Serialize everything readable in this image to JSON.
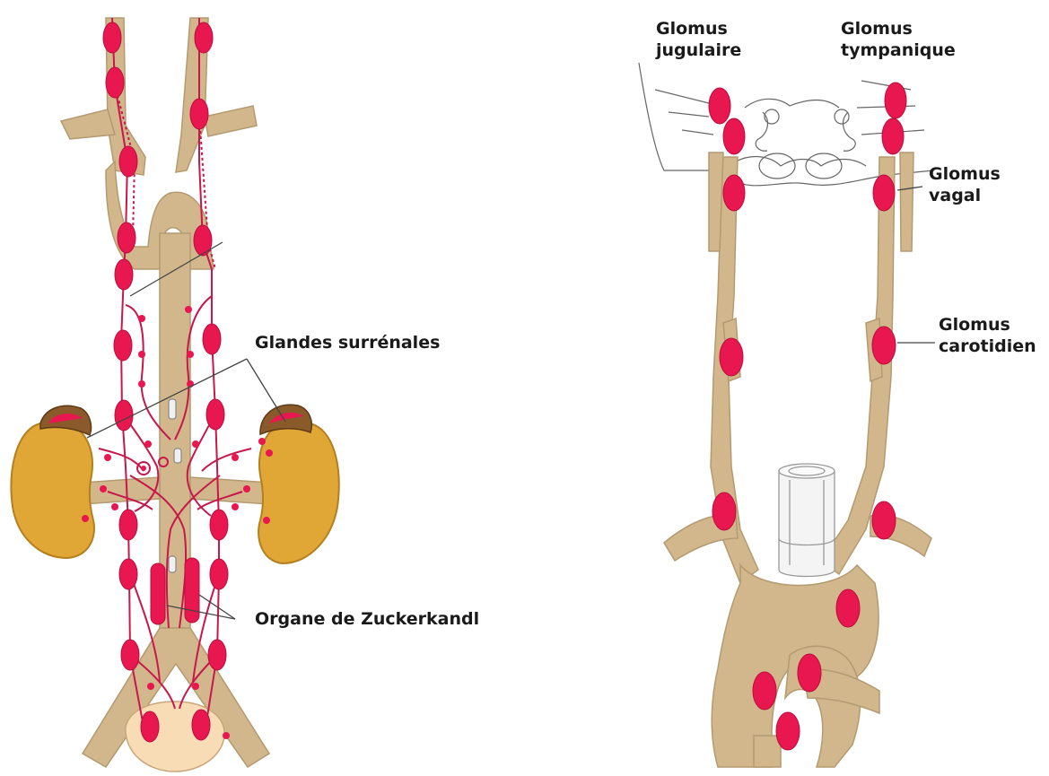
{
  "colors": {
    "vessel": "#d2b78c",
    "vessel_stroke": "#b39a70",
    "paraganglia": "#e8174f",
    "paraganglia_stroke": "#b80f3c",
    "nerve": "#c8174a",
    "kidney": "#e0a636",
    "kidney_stroke": "#b37f1f",
    "adrenal": "#8a5a2b",
    "bladder": "#f7dcb6",
    "skull_line": "#666666",
    "leader_line": "#444444",
    "label_text": "#1a1a1a",
    "background": "#ffffff"
  },
  "icons": {
    "paraganglion": "red-oval",
    "kidney": "kidney-shape",
    "adrenal_gland": "adrenal-cap",
    "bladder": "bladder-shape",
    "cylinder": "transparent-cylinder",
    "vessel": "tan-tube"
  },
  "labels": {
    "glandes_surrenales": "Glandes surrénales",
    "organe_zuckerkandl": "Organe de Zuckerkandl",
    "glomus_jugulaire": [
      "Glomus",
      "jugulaire"
    ],
    "glomus_tympanique": [
      "Glomus",
      "tympanique"
    ],
    "glomus_vagal": [
      "Glomus",
      "vagal"
    ],
    "glomus_carotidien": [
      "Glomus",
      "carotidien"
    ]
  }
}
